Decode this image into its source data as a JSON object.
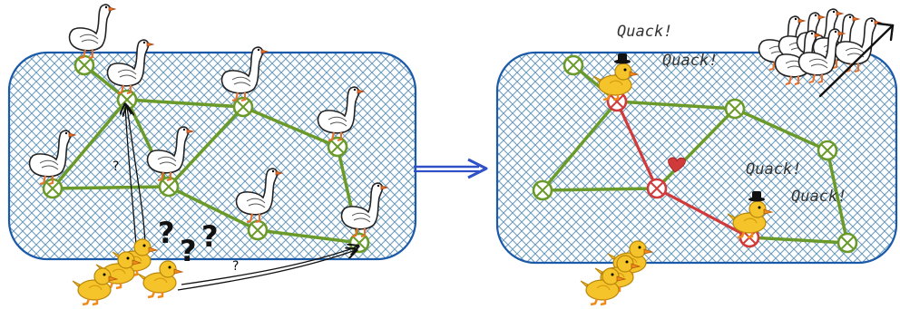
{
  "colors": {
    "panel_border": "#1a5aa8",
    "hatch": "#6f9cbc",
    "graph_green": "#6a9a2a",
    "path_red": "#d03a3a",
    "arrow_blue": "#3050c8",
    "duck_yellow": "#f5c42a",
    "duck_orange": "#f08a1a"
  },
  "left_panel": {
    "question_marks": [
      "?",
      "?",
      "?",
      "?",
      "?"
    ]
  },
  "right_panel": {
    "quacks": [
      "Quack!",
      "Quack!",
      "Quack!",
      "Quack!"
    ]
  }
}
